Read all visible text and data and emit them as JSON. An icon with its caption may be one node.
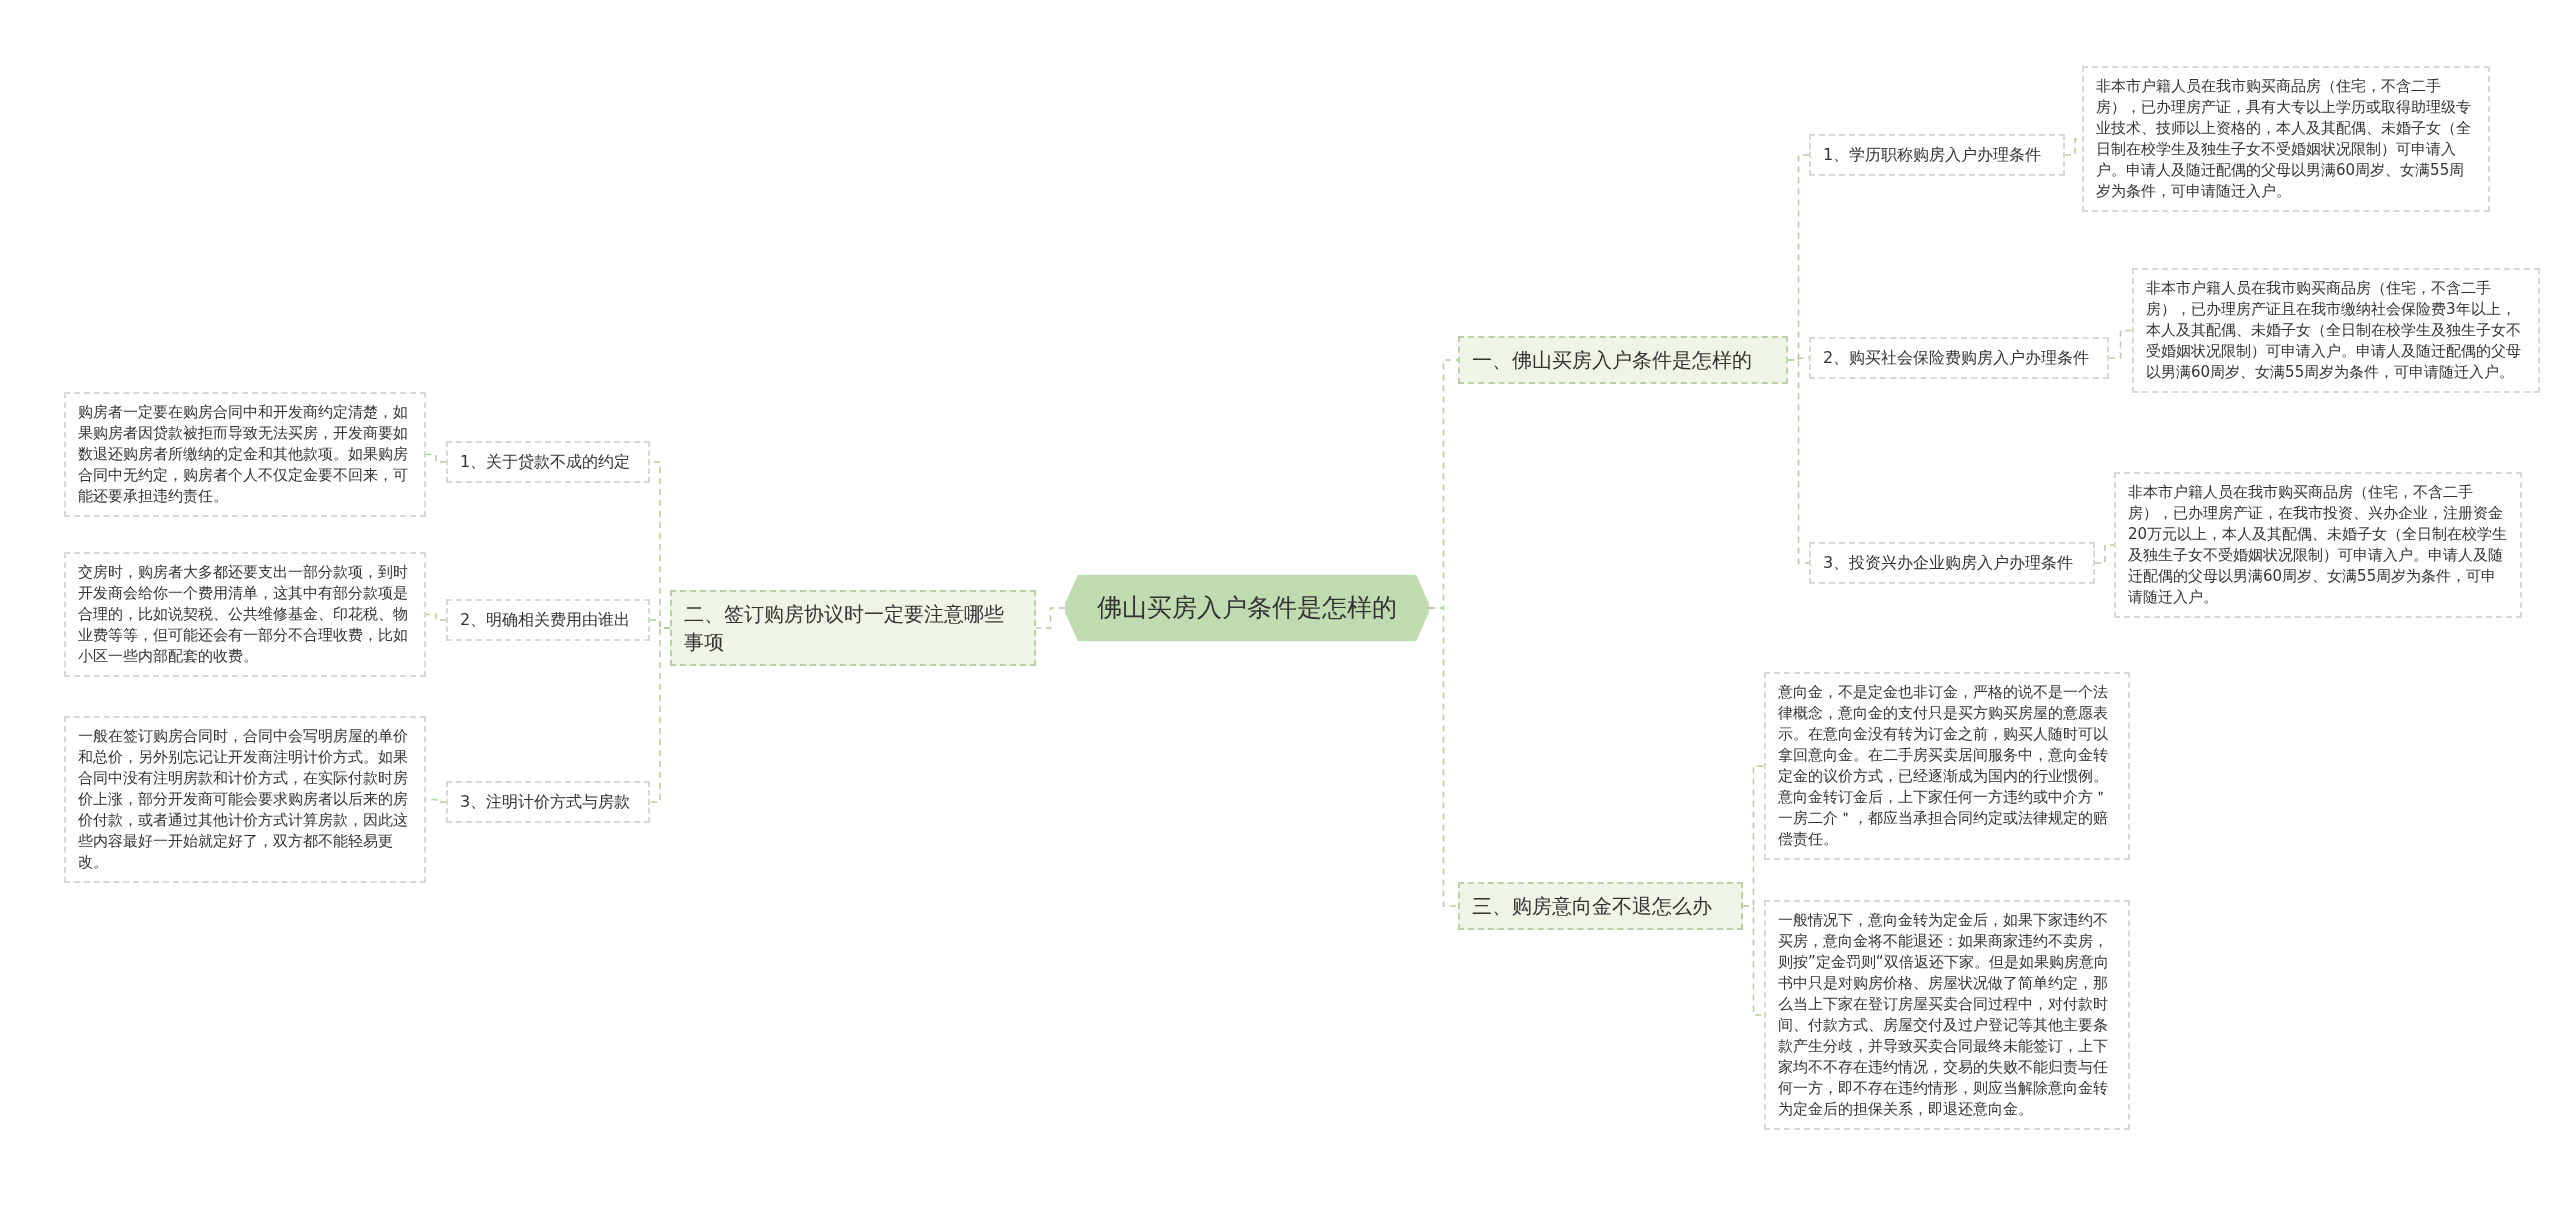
{
  "diagram": {
    "nodes": [
      {
        "text": [
          "佛山买房入户条件是怎样的"
        ]
      },
      {
        "text": [
          "一、佛山买房入户条件是怎样的"
        ]
      },
      {
        "text": [
          "1、学历职称购房入户办理条件"
        ]
      },
      {
        "text": [
          "非本市户籍人员在我市购买商品房（住宅，不含二手房），已办理房产证，具有大专以上学历或取得助理级专业技术、技师以上资格的，本人及其配偶、未婚子女（全日制在校学生及独生子女不受婚姻状况限制）可申请入户。申请人及随迁配偶的父母以男满60周岁、女满55周岁为条件，可申请随迁入户。"
        ]
      },
      {
        "text": [
          "2、购买社会保险费购房入户办理条件"
        ]
      },
      {
        "text": [
          "非本市户籍人员在我市购买商品房（住宅，不含二手房），已办理房产证且在我市缴纳社会保险费3年以上，本人及其配偶、未婚子女（全日制在校学生及独生子女不受婚姻状况限制）可申请入户。申请人及随迁配偶的父母以男满60周岁、女满55周岁为条件，可申请随迁入户。"
        ]
      },
      {
        "text": [
          "3、投资兴办企业购房入户办理条件"
        ]
      },
      {
        "text": [
          "非本市户籍人员在我市购买商品房（住宅，不含二手房），已办理房产证，在我市投资、兴办企业，注册资金20万元以上，本人及其配偶、未婚子女（全日制在校学生及独生子女不受婚姻状况限制）可申请入户。申请人及随迁配偶的父母以男满60周岁、女满55周岁为条件，可申请随迁入户。"
        ]
      },
      {
        "text": [
          "三、购房意向金不退怎么办"
        ]
      },
      {
        "text": [
          "意向金，不是定金也非订金，严格的说不是一个法律概念，意向金的支付只是买方购买房屋的意愿表示。在意向金没有转为订金之前，购买人随时可以拿回意向金。在二手房买卖居间服务中，意向金转定金的议价方式，已经逐渐成为国内的行业惯例。意向金转订金后，上下家任何一方违约或中介方＂一房二介＂，都应当承担合同约定或法律规定的赔偿责任。"
        ]
      },
      {
        "text": [
          "一般情况下，意向金转为定金后，如果下家违约不买房，意向金将不能退还：如果商家违约不卖房，则按”定金罚则“双倍返还下家。但是如果购房意向书中只是对购房价格、房屋状况做了简单约定，那么当上下家在登订房屋买卖合同过程中，对付款时间、付款方式、房屋交付及过户登记等其他主要条款产生分歧，并导致买卖合同最终未能签订，上下家均不不存在违约情况，交易的失败不能归责与任何一方，即不存在违约情形，则应当解除意向金转为定金后的担保关系，即退还意向金。"
        ]
      },
      {
        "text": [
          "二、签订购房协议时一定要注意哪些事项"
        ]
      },
      {
        "text": [
          "1、关于贷款不成的约定"
        ]
      },
      {
        "text": [
          "购房者一定要在购房合同中和开发商约定清楚，如果购房者因贷款被拒而导致无法买房，开发商要如数退还购房者所缴纳的定金和其他款项。如果购房合同中无约定，购房者个人不仅定金要不回来，可能还要承担违约责任。"
        ]
      },
      {
        "text": [
          "2、明确相关费用由谁出"
        ]
      },
      {
        "text": [
          "交房时，购房者大多都还要支出一部分款项，到时开发商会给你一个费用清单，这其中有部分款项是合理的，比如说契税、公共维修基金、印花税、物业费等等，但可能还会有一部分不合理收费，比如小区一些内部配套的收费。"
        ]
      },
      {
        "text": [
          "3、注明计价方式与房款"
        ]
      },
      {
        "text": [
          "一般在签订购房合同时，合同中会写明房屋的单价和总价，另外别忘记让开发商注明计价方式。如果合同中没有注明房款和计价方式，在实际付款时房价上涨，部分开发商可能会要求购房者以后来的房价付款，或者通过其他计价方式计算房款，因此这些内容最好一开始就定好了，双方都不能轻易更改。"
        ]
      }
    ],
    "edges": [
      {
        "from": 0,
        "to": 1,
        "arrow": "none"
      },
      {
        "from": 1,
        "to": 2,
        "arrow": "none"
      },
      {
        "from": 2,
        "to": 3,
        "arrow": "none"
      },
      {
        "from": 1,
        "to": 4,
        "arrow": "none"
      },
      {
        "from": 4,
        "to": 5,
        "arrow": "none"
      },
      {
        "from": 1,
        "to": 6,
        "arrow": "none"
      },
      {
        "from": 6,
        "to": 7,
        "arrow": "none"
      },
      {
        "from": 0,
        "to": 8,
        "arrow": "none"
      },
      {
        "from": 8,
        "to": 9,
        "arrow": "none"
      },
      {
        "from": 8,
        "to": 10,
        "arrow": "none"
      },
      {
        "from": 0,
        "to": 11,
        "arrow": "none"
      },
      {
        "from": 11,
        "to": 12,
        "arrow": "none"
      },
      {
        "from": 12,
        "to": 13,
        "arrow": "none"
      },
      {
        "from": 11,
        "to": 14,
        "arrow": "none"
      },
      {
        "from": 14,
        "to": 15,
        "arrow": "none"
      },
      {
        "from": 11,
        "to": 16,
        "arrow": "none"
      },
      {
        "from": 16,
        "to": 17,
        "arrow": "none"
      }
    ]
  }
}
